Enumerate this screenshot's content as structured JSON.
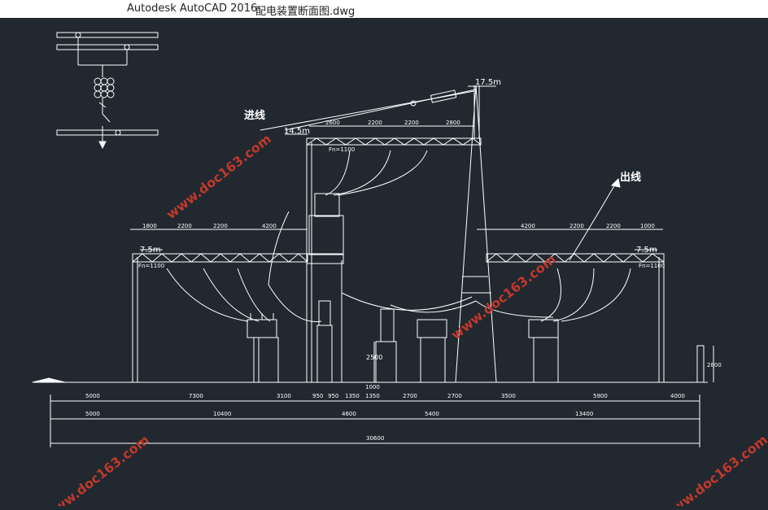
{
  "window": {
    "app_title": "Autodesk AutoCAD 2016",
    "file_name": "配电装置断面图.dwg"
  },
  "drawing": {
    "labels": {
      "incoming": "进线",
      "outgoing": "出线",
      "elev_top": "17.5m",
      "elev_gantry": "14.5m",
      "elev_left": "7.5m",
      "elev_right": "7.5m",
      "pn_1": "Fn=1100",
      "pn_2": "Fn=1100",
      "pn_3": "Fn=1100",
      "height_2500": "2500",
      "height_2800": "2800",
      "dim_1000": "1000"
    },
    "top_dims": [
      "2600",
      "2200",
      "2200",
      "2800"
    ],
    "left_dims": [
      "1800",
      "2200",
      "2200",
      "4200"
    ],
    "right_dims": [
      "4200",
      "2200",
      "2200",
      "1000"
    ],
    "bottom_row1": [
      "5000",
      "7300",
      "3100",
      "950",
      "950",
      "1350",
      "1350",
      "2700",
      "2700",
      "3500",
      "5900",
      "4000"
    ],
    "bottom_row2": [
      "5000",
      "10400",
      "4600",
      "5400",
      "13400"
    ],
    "total": "30600",
    "watermark": "www.doc163.com",
    "colors": {
      "background": "#212830",
      "line": "#ffffff",
      "watermark": "#c0392b"
    }
  }
}
